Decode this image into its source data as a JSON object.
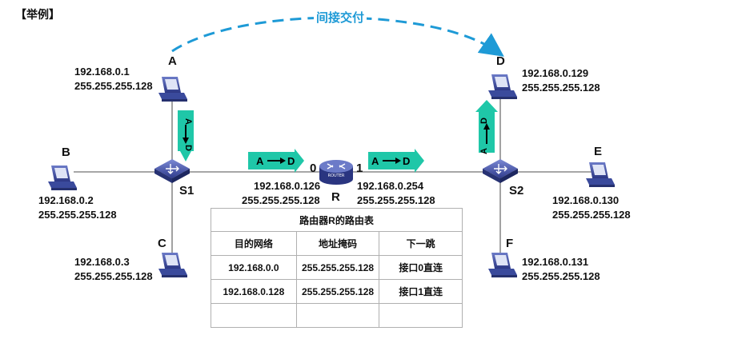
{
  "example_label": "【举例】",
  "indirect_delivery": "间接交付",
  "hosts": {
    "A": {
      "name": "A",
      "ip": "192.168.0.1",
      "mask": "255.255.255.128"
    },
    "B": {
      "name": "B",
      "ip": "192.168.0.2",
      "mask": "255.255.255.128"
    },
    "C": {
      "name": "C",
      "ip": "192.168.0.3",
      "mask": "255.255.255.128"
    },
    "D": {
      "name": "D",
      "ip": "192.168.0.129",
      "mask": "255.255.255.128"
    },
    "E": {
      "name": "E",
      "ip": "192.168.0.130",
      "mask": "255.255.255.128"
    },
    "F": {
      "name": "F",
      "ip": "192.168.0.131",
      "mask": "255.255.255.128"
    }
  },
  "switches": {
    "s1": "S1",
    "s2": "S2"
  },
  "router": {
    "name": "R",
    "badge": "ROUTER",
    "if0": {
      "port": "0",
      "ip": "192.168.0.126",
      "mask": "255.255.255.128"
    },
    "if1": {
      "port": "1",
      "ip": "192.168.0.254",
      "mask": "255.255.255.128"
    }
  },
  "arrows": {
    "from": "A",
    "to": "D"
  },
  "routing_table": {
    "title": "路由器R的路由表",
    "headers": [
      "目的网络",
      "地址掩码",
      "下一跳"
    ],
    "rows": [
      [
        "192.168.0.0",
        "255.255.255.128",
        "接口0直连"
      ],
      [
        "192.168.0.128",
        "255.255.255.128",
        "接口1直连"
      ],
      [
        "",
        "",
        ""
      ]
    ]
  },
  "colors": {
    "dashed_arc": "#1e9ad6",
    "flow_arrow": "#1fc7a8",
    "device": "#3a4a9c",
    "line": "#7a7a7a"
  }
}
